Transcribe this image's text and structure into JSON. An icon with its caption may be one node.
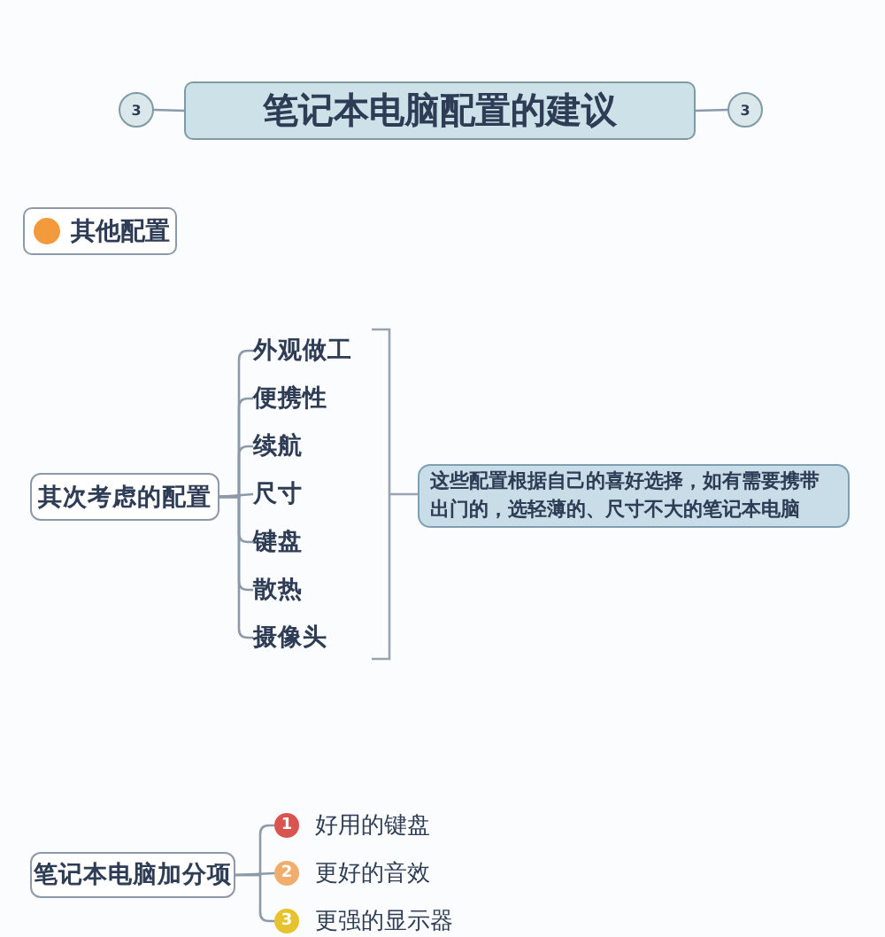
{
  "diagram": {
    "nodes": [
      {
        "text": [
          "3"
        ]
      },
      {
        "text": [
          "笔记本电脑配置的建议"
        ]
      },
      {
        "text": [
          "3"
        ]
      },
      {
        "text": [
          "其他配置"
        ]
      },
      {
        "text": [
          "其次考虑的配置"
        ]
      },
      {
        "text": [
          "外观做工"
        ]
      },
      {
        "text": [
          "便携性"
        ]
      },
      {
        "text": [
          "续航"
        ]
      },
      {
        "text": [
          "尺寸"
        ]
      },
      {
        "text": [
          "键盘"
        ]
      },
      {
        "text": [
          "散热"
        ]
      },
      {
        "text": [
          "摄像头"
        ]
      },
      {
        "text": [
          "这些配置根据自己的喜好选择，如有需要携带出门的，选轻薄的、尺寸不大的笔记本电脑"
        ]
      },
      {
        "text": [
          "笔记本电脑加分项"
        ]
      },
      {
        "text": [
          "1",
          "好用的键盘"
        ]
      },
      {
        "text": [
          "2",
          "更好的音效"
        ]
      },
      {
        "text": [
          "3",
          "更强的显示器"
        ]
      }
    ],
    "edges": [
      {
        "from": 0,
        "to": 1,
        "arrow": "none"
      },
      {
        "from": 1,
        "to": 2,
        "arrow": "none"
      },
      {
        "from": 4,
        "to": 5,
        "arrow": "none"
      },
      {
        "from": 4,
        "to": 6,
        "arrow": "none"
      },
      {
        "from": 4,
        "to": 7,
        "arrow": "none"
      },
      {
        "from": 4,
        "to": 8,
        "arrow": "none"
      },
      {
        "from": 4,
        "to": 9,
        "arrow": "none"
      },
      {
        "from": 4,
        "to": 10,
        "arrow": "none"
      },
      {
        "from": 4,
        "to": 11,
        "arrow": "none"
      },
      {
        "from": 13,
        "to": 14,
        "arrow": "none"
      },
      {
        "from": 13,
        "to": 15,
        "arrow": "none"
      },
      {
        "from": 13,
        "to": 16,
        "arrow": "none"
      }
    ]
  }
}
